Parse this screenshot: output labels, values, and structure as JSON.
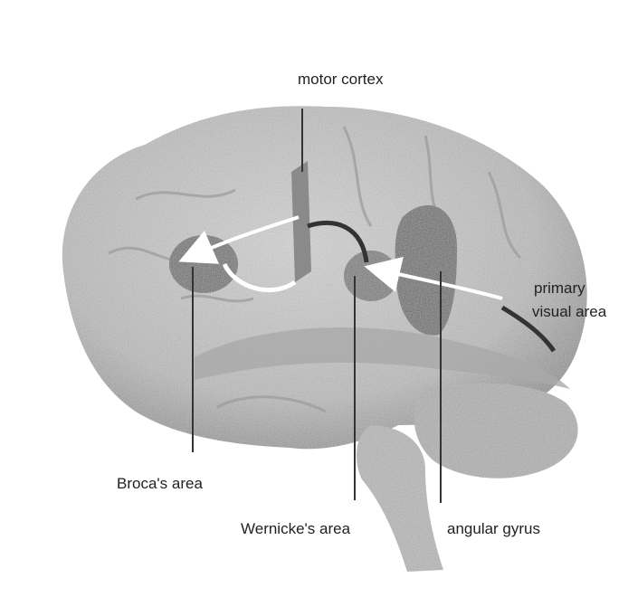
{
  "labels": {
    "motor_cortex": "motor cortex",
    "primary_visual_area_line1": "primary",
    "primary_visual_area_line2": "visual area",
    "brocas_area": "Broca's area",
    "wernickes_area": "Wernicke's area",
    "angular_gyrus": "angular gyrus"
  },
  "colors": {
    "brain_fill": "#c4c4c4",
    "brain_shadow": "#8a8a8a",
    "region_dark": "#6e6e6e",
    "pointer_line": "#333333",
    "pathway_arrow": "#ffffff",
    "label_text": "#222222"
  }
}
